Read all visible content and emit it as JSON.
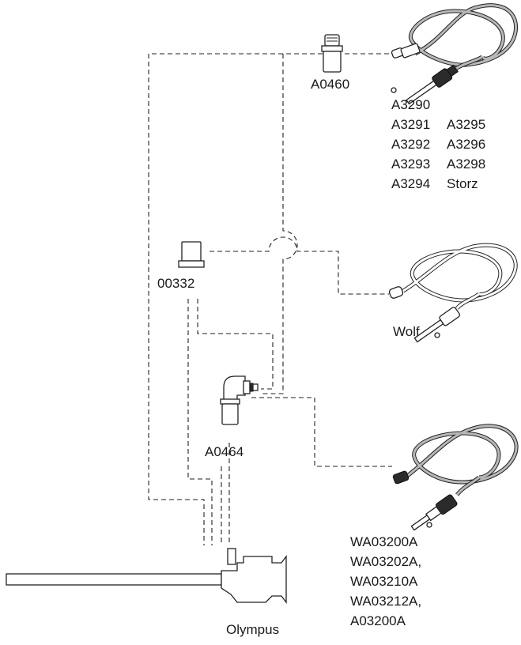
{
  "adapters": {
    "a0460": "A0460",
    "a00332": "00332",
    "a0464": "A0464"
  },
  "cables": {
    "storz": {
      "codes_col1": [
        "A3290",
        "A3291",
        "A3292",
        "A3293",
        "A3294"
      ],
      "codes_col2": [
        "A3295",
        "A3296",
        "A3298",
        "Storz"
      ]
    },
    "wolf": {
      "label": "Wolf"
    },
    "olympus_cable": {
      "codes": [
        "WA03200A",
        "WA03202A,",
        "WA03210A",
        "WA03212A,",
        "A03200A"
      ]
    }
  },
  "scope": {
    "label": "Olympus"
  },
  "colors": {
    "ink": "#1a1a1a",
    "cable_gray": "#b8b8b8",
    "cable_white": "#ffffff"
  }
}
